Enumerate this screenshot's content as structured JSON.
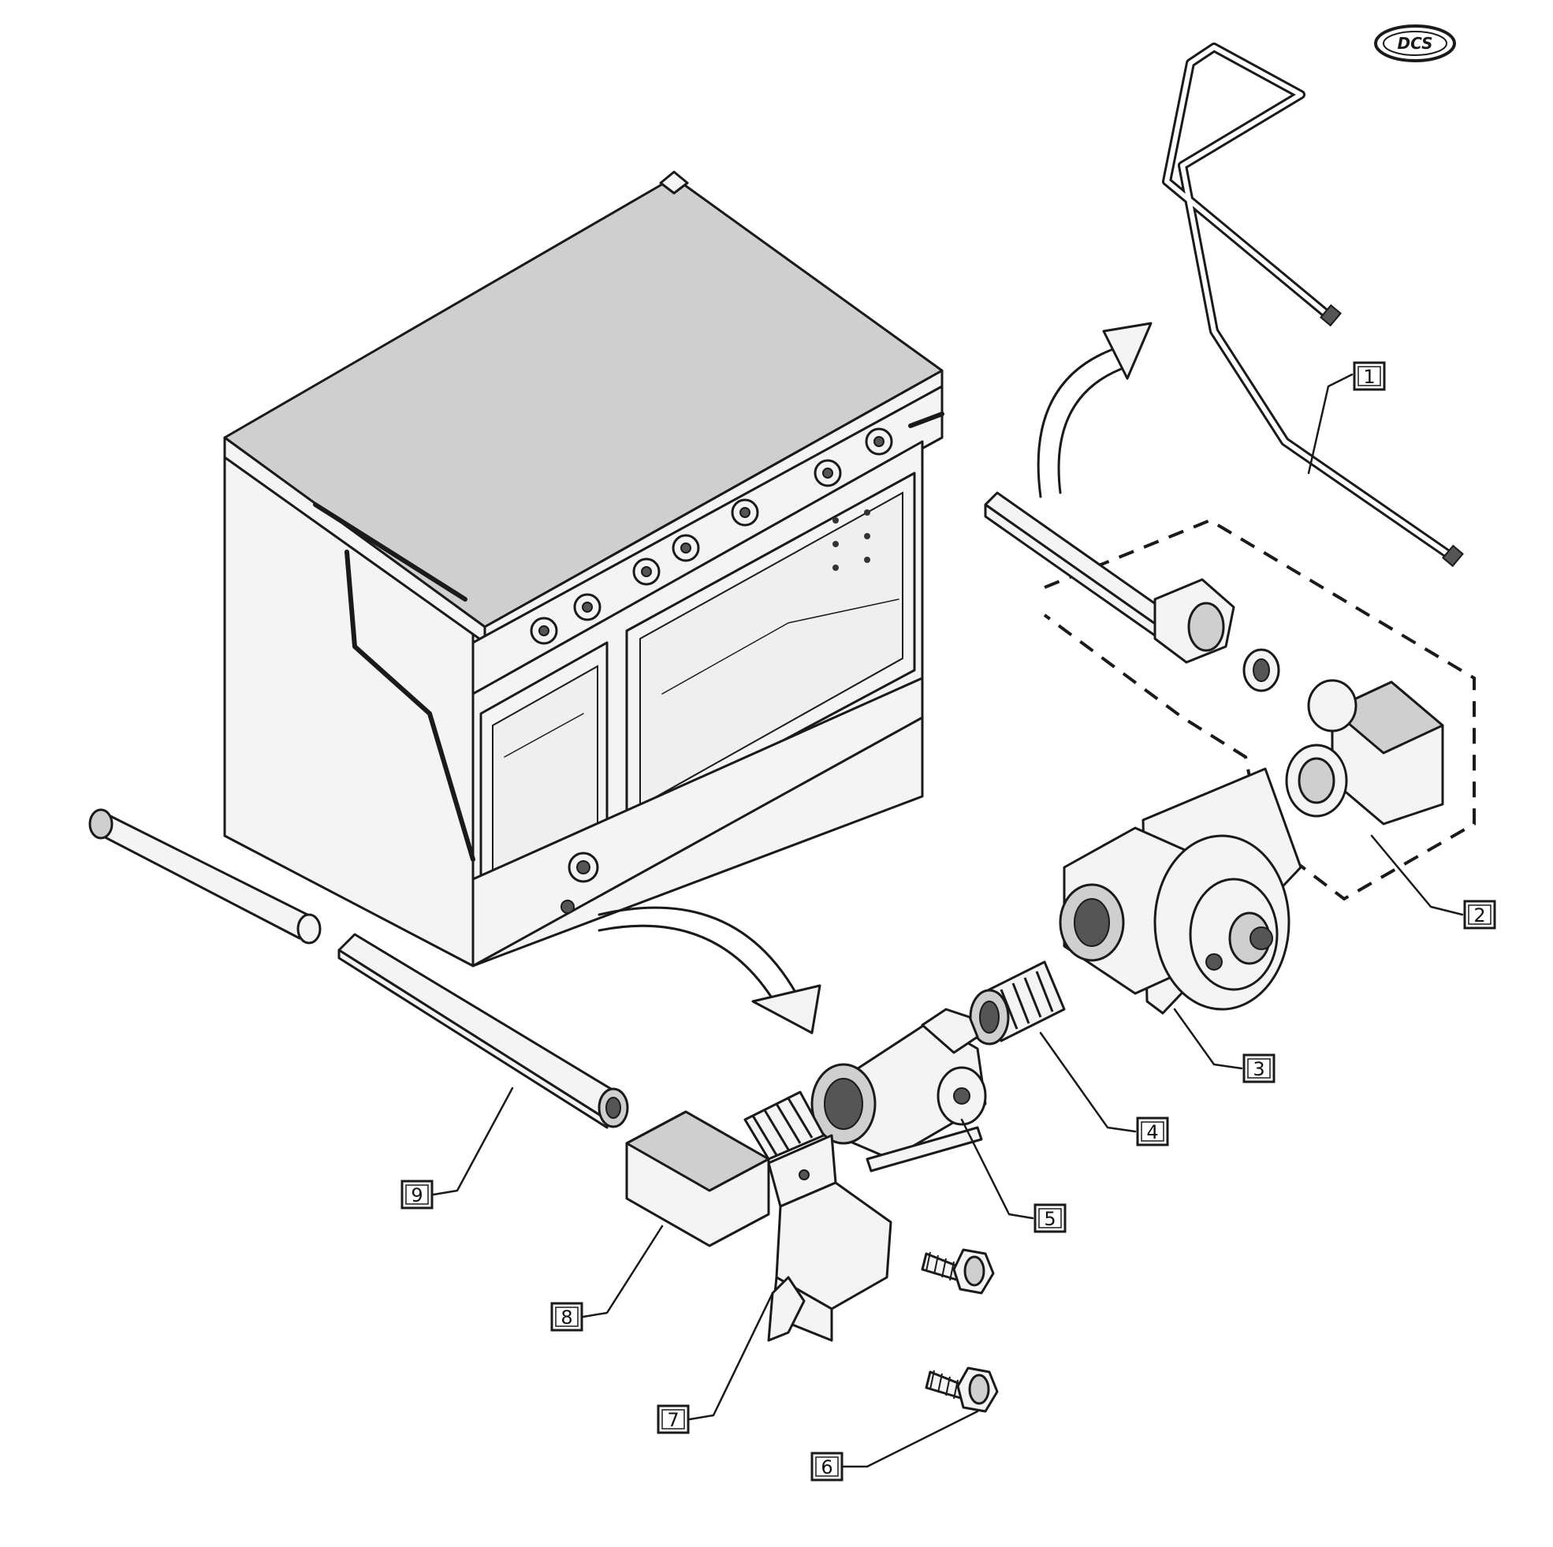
{
  "logo": {
    "text": "DCS"
  },
  "callouts": [
    {
      "id": "callout-1",
      "label": "1"
    },
    {
      "id": "callout-2",
      "label": "2"
    },
    {
      "id": "callout-3",
      "label": "3"
    },
    {
      "id": "callout-4",
      "label": "4"
    },
    {
      "id": "callout-5",
      "label": "5"
    },
    {
      "id": "callout-6",
      "label": "6"
    },
    {
      "id": "callout-7",
      "label": "7"
    },
    {
      "id": "callout-8",
      "label": "8"
    },
    {
      "id": "callout-9",
      "label": "9"
    }
  ]
}
